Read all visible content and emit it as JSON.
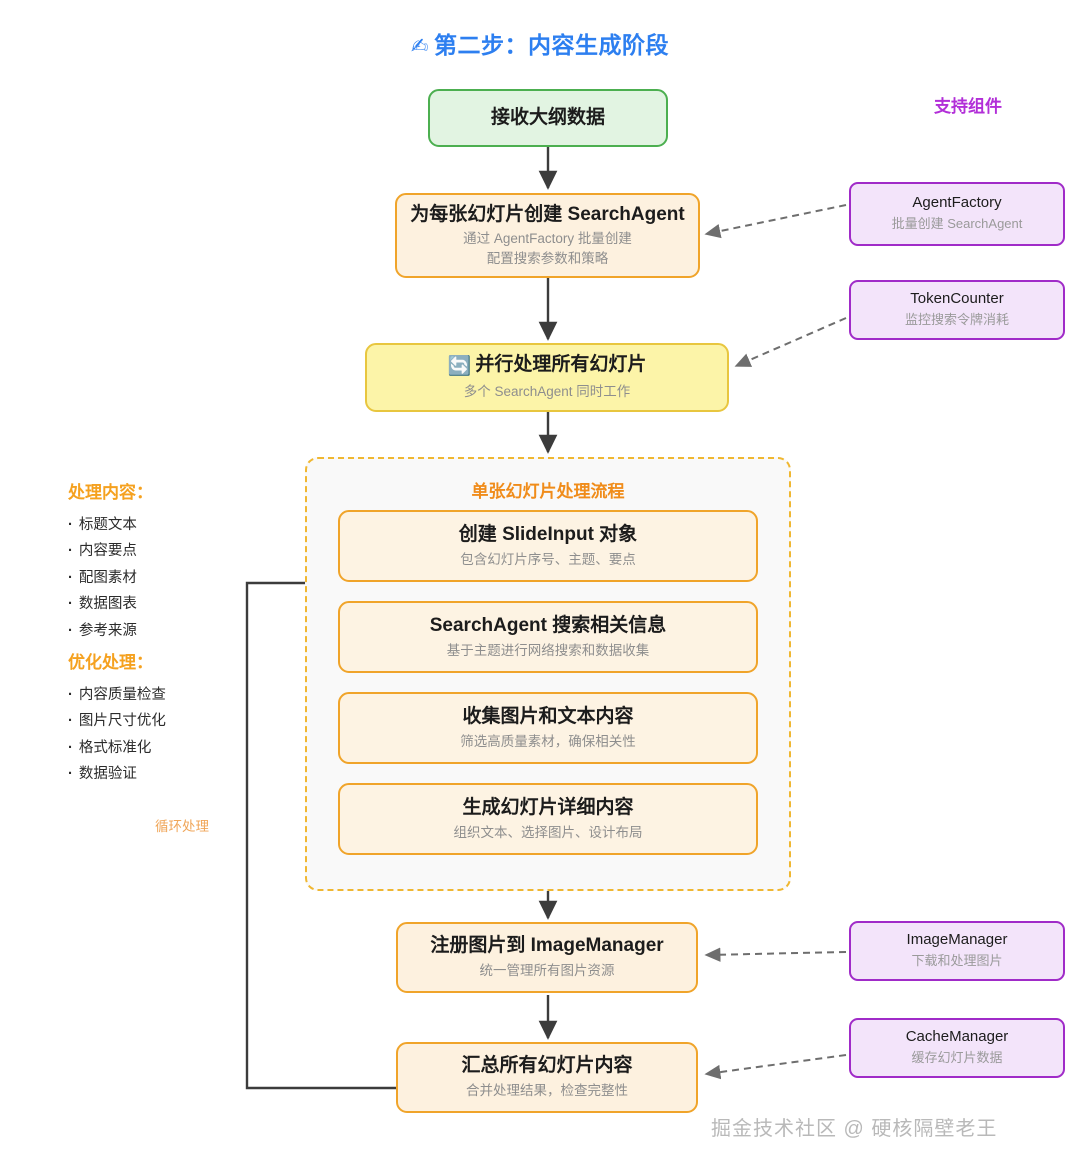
{
  "title": {
    "emoji": "✍",
    "text": "第二步：内容生成阶段"
  },
  "support": {
    "heading": "支持组件",
    "components": [
      {
        "name": "AgentFactory",
        "desc": "批量创建 SearchAgent"
      },
      {
        "name": "TokenCounter",
        "desc": "监控搜索令牌消耗"
      },
      {
        "name": "ImageManager",
        "desc": "下载和处理图片"
      },
      {
        "name": "CacheManager",
        "desc": "缓存幻灯片数据"
      }
    ]
  },
  "flow": {
    "start": {
      "title": "接收大纲数据",
      "sub": ""
    },
    "create_agent": {
      "title": "为每张幻灯片创建 SearchAgent",
      "sub1": "通过 AgentFactory 批量创建",
      "sub2": "配置搜索参数和策略"
    },
    "parallel": {
      "icon": "🔄",
      "title": "并行处理所有幻灯片",
      "sub": "多个 SearchAgent 同时工作"
    },
    "register": {
      "title": "注册图片到 ImageManager",
      "sub": "统一管理所有图片资源"
    },
    "aggregate": {
      "title": "汇总所有幻灯片内容",
      "sub": "合并处理结果，检查完整性"
    }
  },
  "group": {
    "heading": "单张幻灯片处理流程",
    "steps": [
      {
        "title": "创建 SlideInput 对象",
        "sub": "包含幻灯片序号、主题、要点"
      },
      {
        "title": "SearchAgent 搜索相关信息",
        "sub": "基于主题进行网络搜索和数据收集"
      },
      {
        "title": "收集图片和文本内容",
        "sub": "筛选高质量素材，确保相关性"
      },
      {
        "title": "生成幻灯片详细内容",
        "sub": "组织文本、选择图片、设计布局"
      }
    ]
  },
  "annotations": {
    "content": {
      "heading": "处理内容：",
      "items": [
        "标题文本",
        "内容要点",
        "配图素材",
        "数据图表",
        "参考来源"
      ]
    },
    "optimize": {
      "heading": "优化处理：",
      "items": [
        "内容质量检查",
        "图片尺寸优化",
        "格式标准化",
        "数据验证"
      ]
    },
    "loop_label": "循环处理"
  },
  "watermark": "掘金技术社区 @ 硬核隔壁老王",
  "colors": {
    "title_blue": "#2d7ff0",
    "green_border": "#4caf50",
    "green_fill": "#e2f4e2",
    "orange_border": "#f0a42a",
    "orange_fill": "#fdf1df",
    "yellow_border": "#e8c63f",
    "yellow_fill": "#fcf4a8",
    "purple_border": "#a02bc8",
    "purple_fill": "#f3e4fa",
    "group_dash": "#f0b731",
    "annot_head": "#f5a11f",
    "connector": "#3c3c3c",
    "dashed_connector": "#6e6e6e",
    "watermark_gray": "#b9b9b9"
  }
}
